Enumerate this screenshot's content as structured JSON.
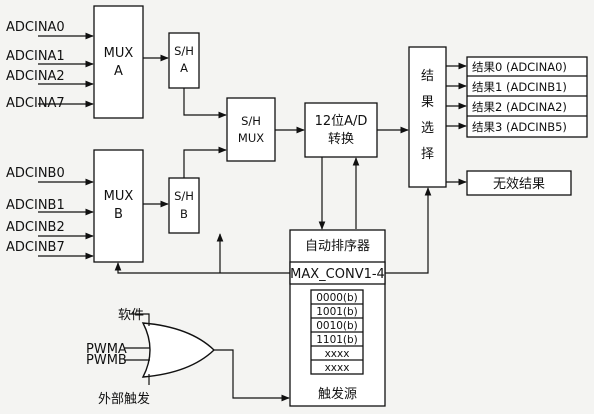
{
  "inputs_a": [
    "ADCINA0",
    "ADCINA1",
    "ADCINA2",
    "ADCINA7"
  ],
  "inputs_b": [
    "ADCINB0",
    "ADCINB1",
    "ADCINB2",
    "ADCINB7"
  ],
  "mux_a": {
    "line1": "MUX",
    "line2": "A"
  },
  "mux_b": {
    "line1": "MUX",
    "line2": "B"
  },
  "sh_a": {
    "line1": "S/H",
    "line2": "A"
  },
  "sh_b": {
    "line1": "S/H",
    "line2": "B"
  },
  "sh_mux": {
    "line1": "S/H",
    "line2": "MUX"
  },
  "adc": {
    "line1": "12位A/D",
    "line2": "转换"
  },
  "result_select": [
    "结",
    "果",
    "选",
    "择"
  ],
  "results": [
    "结果0 (ADCINA0)",
    "结果1 (ADCINB1)",
    "结果2 (ADCINA2)",
    "结果3 (ADCINB5)"
  ],
  "invalid_result": "无效结果",
  "sequencer": {
    "title": "自动排序器",
    "max_conv": "MAX_CONV1-4",
    "slots": [
      "0000(b)",
      "1001(b)",
      "0010(b)",
      "1101(b)",
      "xxxx",
      "xxxx"
    ],
    "trigger_source": "触发源"
  },
  "triggers": {
    "software": "软件",
    "pwma": "PWMA",
    "pwmb": "PWMB",
    "external": "外部触发"
  }
}
